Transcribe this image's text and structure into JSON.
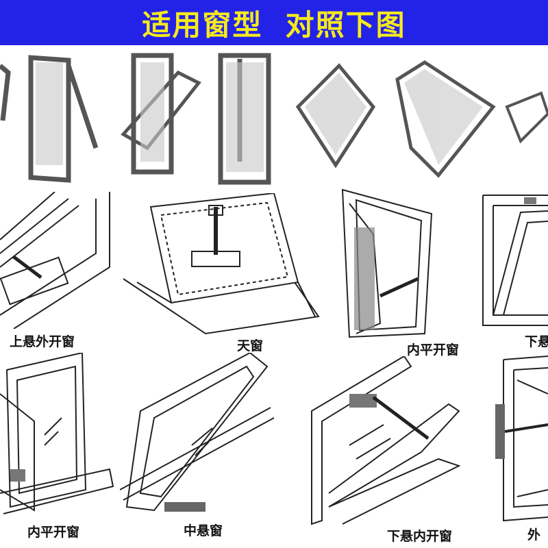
{
  "banner": {
    "title": "适用窗型  对照下图"
  },
  "labels": {
    "top_hung_out": "上悬外开窗",
    "skylight": "天窗",
    "inward_casement_1": "内平开窗",
    "bottom_hung_cut": "下悬",
    "inward_casement_2": "内平开窗",
    "center_pivot": "中悬窗",
    "bottom_hung_in": "下悬内开窗",
    "outward_cut": "外"
  },
  "colors": {
    "banner_bg": "#2323e8",
    "banner_text": "#f6ea1c",
    "frame": "#555555",
    "glass": "#c8c8c8"
  }
}
